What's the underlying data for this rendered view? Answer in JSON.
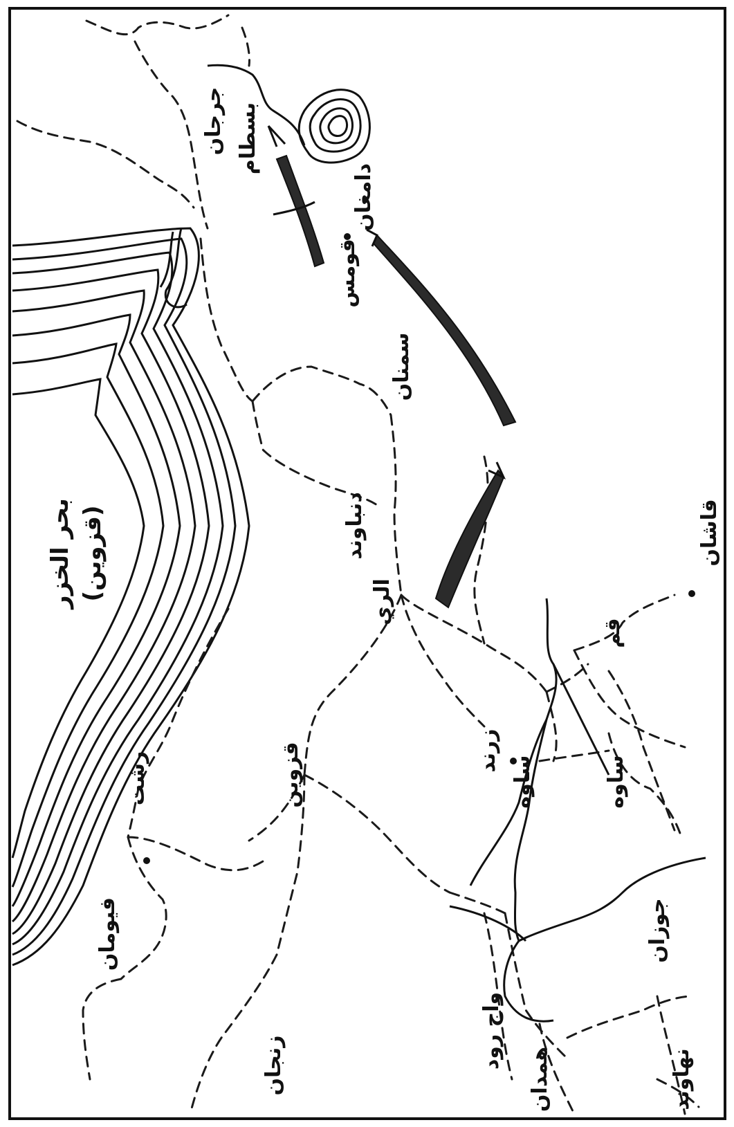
{
  "map": {
    "sea_name": "بحر الخزر",
    "sea_name_alt": "(قزوين)",
    "places": {
      "jurjan": "جرجان",
      "bistam": "بسطام",
      "damghan": "دامغان",
      "qumis": "قومس",
      "simnan": "سمنان",
      "dunbavand": "دنباوند",
      "rayy": "الري",
      "qashan": "قاشان",
      "qum": "قم",
      "zarand": "زرند",
      "saveh1": "ساوه",
      "saveh2": "ساوه",
      "qazvin": "قزوين",
      "rasht": "رشت",
      "fuman": "فيومان",
      "zanjan": "زنجان",
      "vajrud": "واج رود",
      "hamadan": "همدان",
      "jauzan": "جوزان",
      "nahavand": "نهاوند"
    }
  }
}
